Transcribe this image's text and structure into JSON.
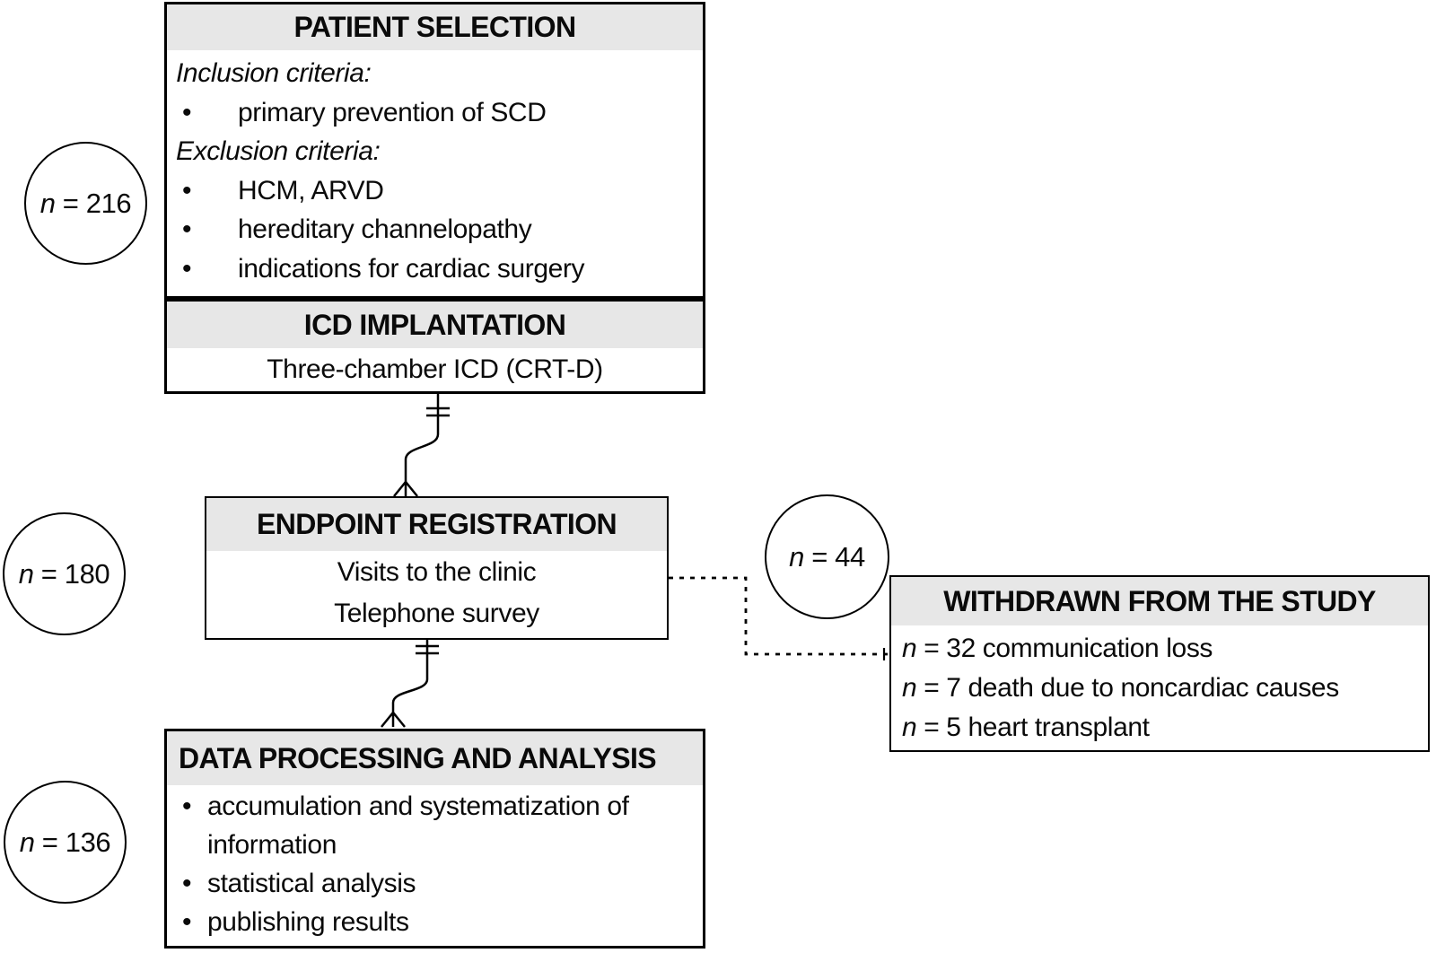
{
  "diagram_type": "clinical-study-flowchart",
  "colors": {
    "header_bg": "#e7e7e7",
    "border": "#000000",
    "background": "#ffffff"
  },
  "ui": {
    "bullet": "•"
  },
  "patient_selection": {
    "header": "PATIENT SELECTION",
    "inclusion_label": "Inclusion criteria:",
    "inclusion_items": [
      "primary prevention of SCD"
    ],
    "exclusion_label": "Exclusion criteria:",
    "exclusion_items": [
      "HCM, ARVD",
      "hereditary channelopathy",
      "indications for cardiac surgery"
    ]
  },
  "icd_implantation": {
    "header": "ICD IMPLANTATION",
    "body": "Three-chamber ICD (CRT-D)"
  },
  "endpoint_registration": {
    "header": "ENDPOINT REGISTRATION",
    "lines": [
      "Visits to the clinic",
      "Telephone survey"
    ]
  },
  "withdrawn": {
    "header": "WITHDRAWN FROM THE STUDY",
    "lines": [
      {
        "var": "n",
        "text": " = 32 communication loss"
      },
      {
        "var": "n",
        "text": " = 7 death due to noncardiac causes"
      },
      {
        "var": "n",
        "text": " = 5 heart transplant"
      }
    ]
  },
  "data_processing": {
    "header": "DATA PROCESSING AND ANALYSIS",
    "bullets": [
      "accumulation and systematization of information",
      "statistical analysis",
      "publishing results"
    ]
  },
  "counts": {
    "enrolled": {
      "var": "n",
      "text": " = 216"
    },
    "followed": {
      "var": "n",
      "text": " = 180"
    },
    "withdrawn": {
      "var": "n",
      "text": " = 44"
    },
    "analyzed": {
      "var": "n",
      "text": " = 136"
    }
  }
}
